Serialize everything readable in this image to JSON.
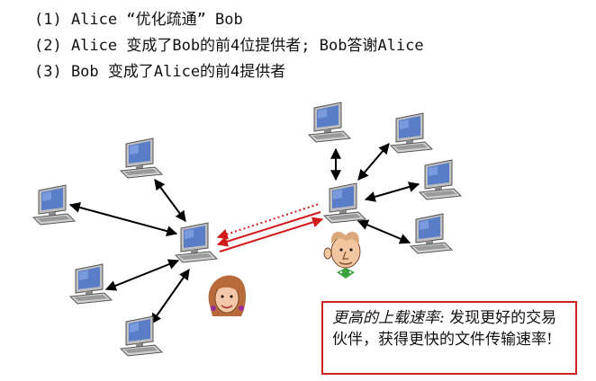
{
  "lines": [
    "(1) Alice “优化疏通” Bob",
    "(2) Alice 变成了Bob的前4位提供者; Bob答谢Alice",
    "(3) Bob 变成了Alice的前4提供者"
  ],
  "callout": {
    "emphasis": "更高的上载速率:",
    "text": " 发现更好的交易伙伴，获得更快的文件传输速率!"
  },
  "colors": {
    "callout_border": "#cc2222",
    "exchange_arrow": "#d11a1a",
    "link_arrow": "#000000",
    "screen": "#5a7dc8"
  },
  "icons": [
    "computer-icon",
    "alice-person-icon",
    "bob-person-icon"
  ]
}
